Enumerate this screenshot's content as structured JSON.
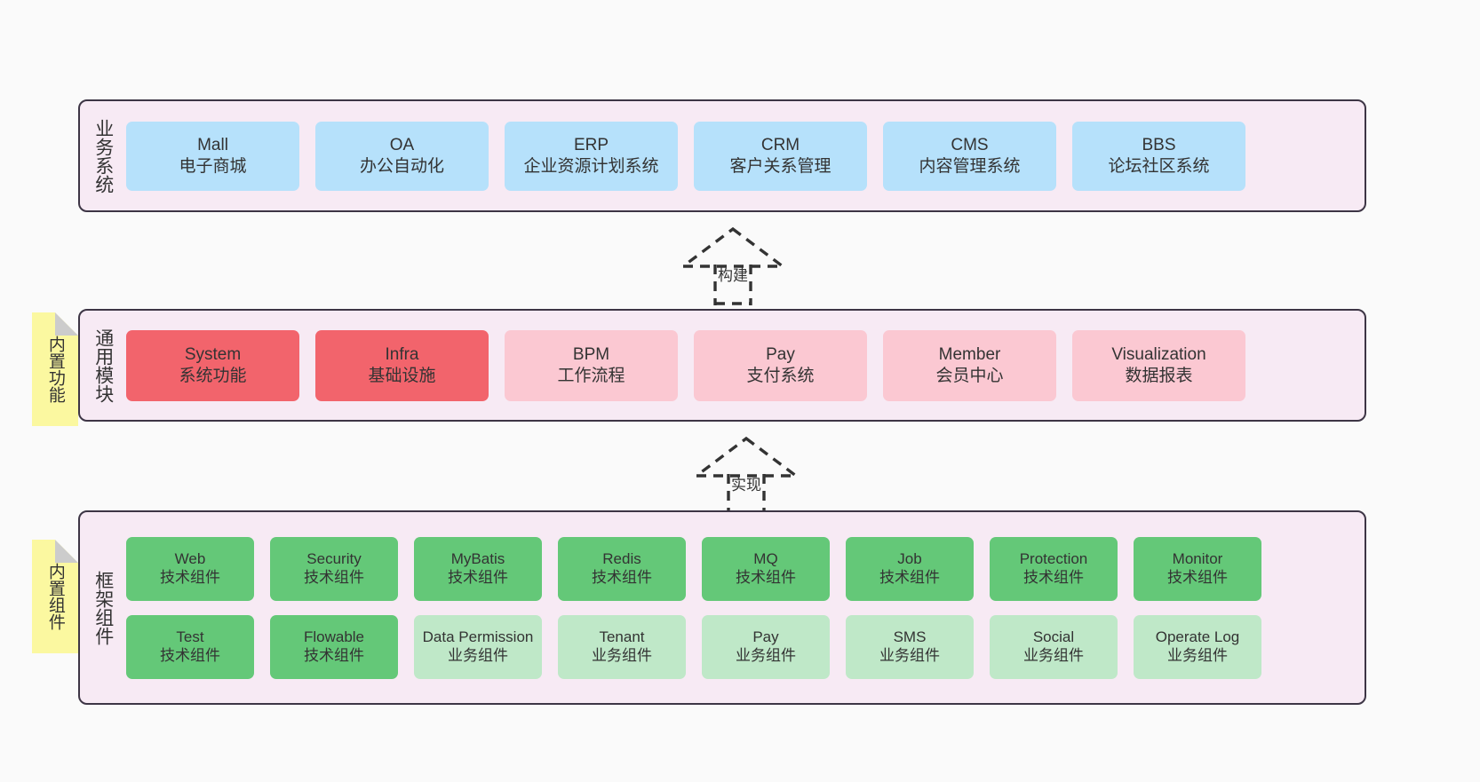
{
  "diagram": {
    "title": "",
    "colors": {
      "canvas_bg": "#fafafa",
      "layer_bg": "#f7eaf4",
      "layer_border": "#3d3545",
      "business_card": "#b6e1fb",
      "module_active": "#f2646c",
      "module_plain": "#fbc8d2",
      "framework_tech": "#64c878",
      "framework_biz": "#bfe8c8",
      "note_bg": "#fbf8a0",
      "note_fold": "#cccccc",
      "text": "#333333"
    }
  },
  "layers": {
    "business": {
      "label": "业务系统",
      "cards": [
        {
          "name": "Mall",
          "desc": "电子商城"
        },
        {
          "name": "OA",
          "desc": "办公自动化"
        },
        {
          "name": "ERP",
          "desc": "企业资源计划系统"
        },
        {
          "name": "CRM",
          "desc": "客户关系管理"
        },
        {
          "name": "CMS",
          "desc": "内容管理系统"
        },
        {
          "name": "BBS",
          "desc": "论坛社区系统"
        }
      ]
    },
    "common": {
      "label": "通用模块",
      "note": "内置功能",
      "cards": [
        {
          "name": "System",
          "desc": "系统功能",
          "style": "c-red"
        },
        {
          "name": "Infra",
          "desc": "基础设施",
          "style": "c-red"
        },
        {
          "name": "BPM",
          "desc": "工作流程",
          "style": "c-pink"
        },
        {
          "name": "Pay",
          "desc": "支付系统",
          "style": "c-pink"
        },
        {
          "name": "Member",
          "desc": "会员中心",
          "style": "c-pink"
        },
        {
          "name": "Visualization",
          "desc": "数据报表",
          "style": "c-pink"
        }
      ]
    },
    "framework": {
      "label": "框架组件",
      "note": "内置组件",
      "row1": [
        {
          "name": "Web",
          "desc": "技术组件",
          "style": "c-green"
        },
        {
          "name": "Security",
          "desc": "技术组件",
          "style": "c-green"
        },
        {
          "name": "MyBatis",
          "desc": "技术组件",
          "style": "c-green"
        },
        {
          "name": "Redis",
          "desc": "技术组件",
          "style": "c-green"
        },
        {
          "name": "MQ",
          "desc": "技术组件",
          "style": "c-green"
        },
        {
          "name": "Job",
          "desc": "技术组件",
          "style": "c-green"
        },
        {
          "name": "Protection",
          "desc": "技术组件",
          "style": "c-green"
        },
        {
          "name": "Monitor",
          "desc": "技术组件",
          "style": "c-green"
        }
      ],
      "row2": [
        {
          "name": "Test",
          "desc": "技术组件",
          "style": "c-green"
        },
        {
          "name": "Flowable",
          "desc": "技术组件",
          "style": "c-green"
        },
        {
          "name": "Data Permission",
          "desc": "业务组件",
          "style": "c-lgreen"
        },
        {
          "name": "Tenant",
          "desc": "业务组件",
          "style": "c-lgreen"
        },
        {
          "name": "Pay",
          "desc": "业务组件",
          "style": "c-lgreen"
        },
        {
          "name": "SMS",
          "desc": "业务组件",
          "style": "c-lgreen"
        },
        {
          "name": "Social",
          "desc": "业务组件",
          "style": "c-lgreen"
        },
        {
          "name": "Operate Log",
          "desc": "业务组件",
          "style": "c-lgreen"
        }
      ]
    }
  },
  "connectors": [
    {
      "id": "build",
      "label": "构建"
    },
    {
      "id": "implement",
      "label": "实现"
    }
  ]
}
